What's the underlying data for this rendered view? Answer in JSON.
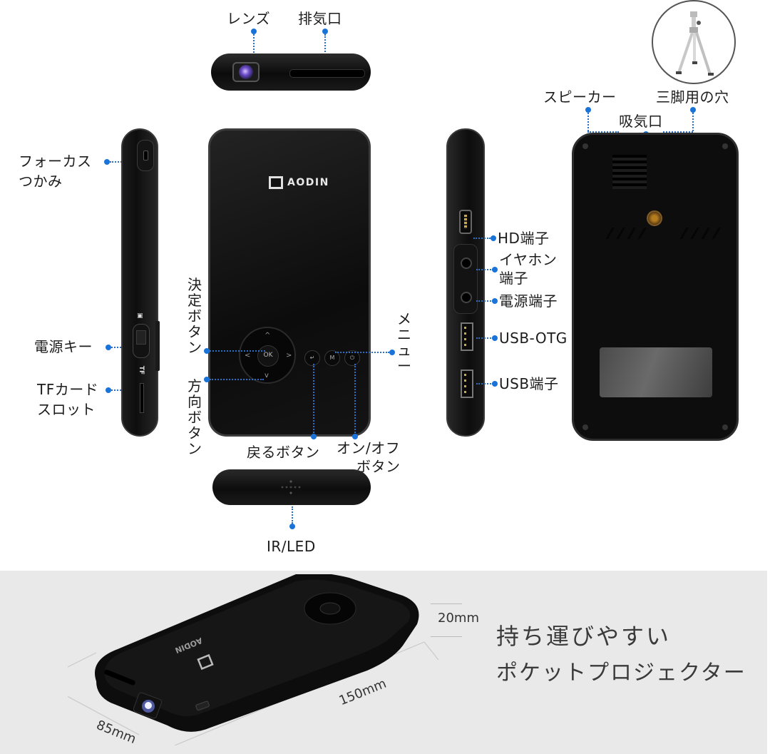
{
  "top_view": {
    "labels": {
      "lens": "レンズ",
      "exhaust": "排気口"
    }
  },
  "left_side_view": {
    "labels": {
      "focus_knob": [
        "フォーカス",
        "つかみ"
      ],
      "power_key": "電源キー",
      "tf_slot": [
        "TFカード",
        "スロット"
      ]
    },
    "printed_marks": {
      "tf": "TF"
    }
  },
  "front_view": {
    "brand": "AODIN",
    "buttons": {
      "ok": "OK",
      "menu_glyph": "M",
      "back_glyph": "↵",
      "power_glyph": "⏻"
    },
    "labels": {
      "enter_button": "決定ボタン",
      "direction_button": "方向ボタン",
      "menu": "メニュー",
      "back_button": "戻るボタン",
      "power_button": [
        "オン/オフ",
        "ボタン"
      ]
    }
  },
  "bottom_view": {
    "labels": {
      "ir_led": "IR/LED"
    }
  },
  "right_side_view": {
    "labels": {
      "hd_port": "HD端子",
      "earphone_port": [
        "イヤホン",
        "端子"
      ],
      "power_port": "電源端子",
      "usb_otg": "USB-OTG",
      "usb_port": "USB端子"
    }
  },
  "back_view": {
    "labels": {
      "speaker": "スピーカー",
      "intake": "吸気口",
      "tripod_hole": "三脚用の穴"
    },
    "accessory": "tripod"
  },
  "dimensions_panel": {
    "height": "20mm",
    "length": "150mm",
    "width": "85mm",
    "tagline": [
      "持ち運びやすい",
      "ポケットプロジェクター"
    ]
  },
  "colors": {
    "callout_blue": "#1a73d9",
    "device_black": "#0d0d0d",
    "panel_gray": "#e9e9e9"
  }
}
